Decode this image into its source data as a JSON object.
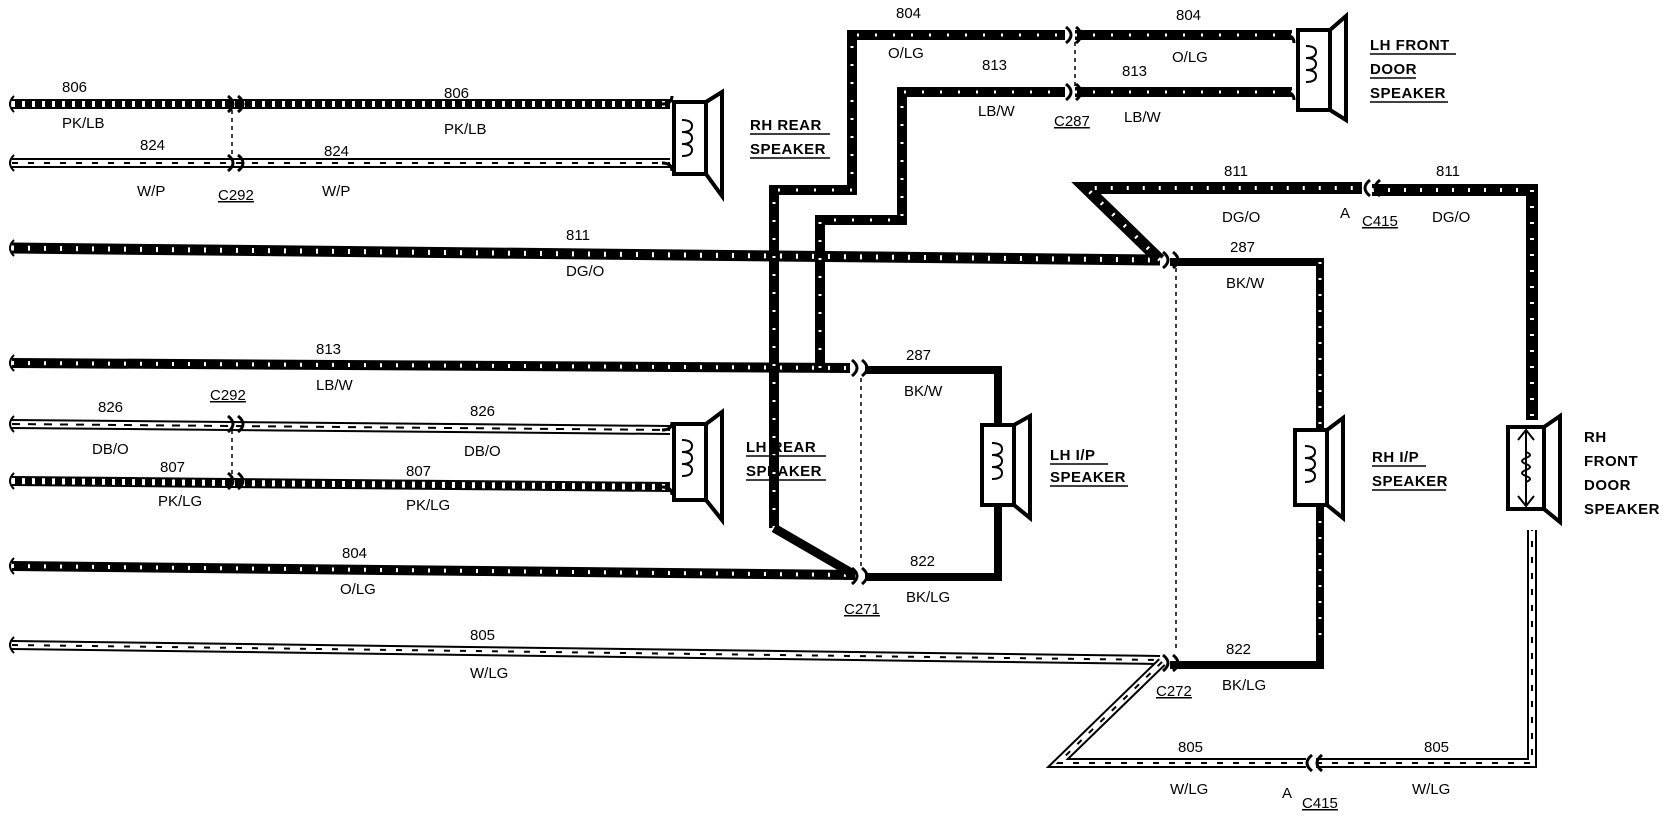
{
  "wires": {
    "w806_left": {
      "num": "806",
      "color": "PK/LB"
    },
    "w806_right": {
      "num": "806",
      "color": "PK/LB"
    },
    "w824_left": {
      "num": "824",
      "color": "W/P"
    },
    "w824_right": {
      "num": "824",
      "color": "W/P"
    },
    "w811_main": {
      "num": "811",
      "color": "DG/O"
    },
    "w813_main": {
      "num": "813",
      "color": "LB/W"
    },
    "w826_left": {
      "num": "826",
      "color": "DB/O"
    },
    "w826_right": {
      "num": "826",
      "color": "DB/O"
    },
    "w807_left": {
      "num": "807",
      "color": "PK/LG"
    },
    "w807_right": {
      "num": "807",
      "color": "PK/LG"
    },
    "w804_main": {
      "num": "804",
      "color": "O/LG"
    },
    "w805_main": {
      "num": "805",
      "color": "W/LG"
    },
    "w804_top": {
      "num": "804",
      "color": "O/LG"
    },
    "w804_top_right": {
      "num": "804",
      "color": "O/LG"
    },
    "w813_top": {
      "num": "813",
      "color": "LB/W"
    },
    "w813_top_right": {
      "num": "813",
      "color": "LB/W"
    },
    "w811_top": {
      "num": "811",
      "color": "DG/O"
    },
    "w811_top_right": {
      "num": "811",
      "color": "DG/O"
    },
    "w287_rh": {
      "num": "287",
      "color": "BK/W"
    },
    "w287_lh": {
      "num": "287",
      "color": "BK/W"
    },
    "w822_lh": {
      "num": "822",
      "color": "BK/LG"
    },
    "w822_rh": {
      "num": "822",
      "color": "BK/LG"
    },
    "w805_bottom": {
      "num": "805",
      "color": "W/LG"
    },
    "w805_bottom_right": {
      "num": "805",
      "color": "W/LG"
    }
  },
  "connectors": {
    "c292_top": "C292",
    "c292_mid": "C292",
    "c287": "C287",
    "c271": "C271",
    "c272": "C272",
    "c415_top": "C415",
    "c415_top_pin": "A",
    "c415_bottom": "C415",
    "c415_bottom_pin": "A"
  },
  "speakers": {
    "rh_rear": [
      "RH REAR",
      "SPEAKER"
    ],
    "lh_rear": [
      "LH REAR",
      "SPEAKER"
    ],
    "lh_front_door": [
      "LH FRONT",
      "DOOR",
      "SPEAKER"
    ],
    "lh_ip": [
      "LH I/P",
      "SPEAKER"
    ],
    "rh_ip": [
      "RH I/P",
      "SPEAKER"
    ],
    "rh_front_door": [
      "RH",
      "FRONT",
      "DOOR",
      "SPEAKER"
    ]
  }
}
